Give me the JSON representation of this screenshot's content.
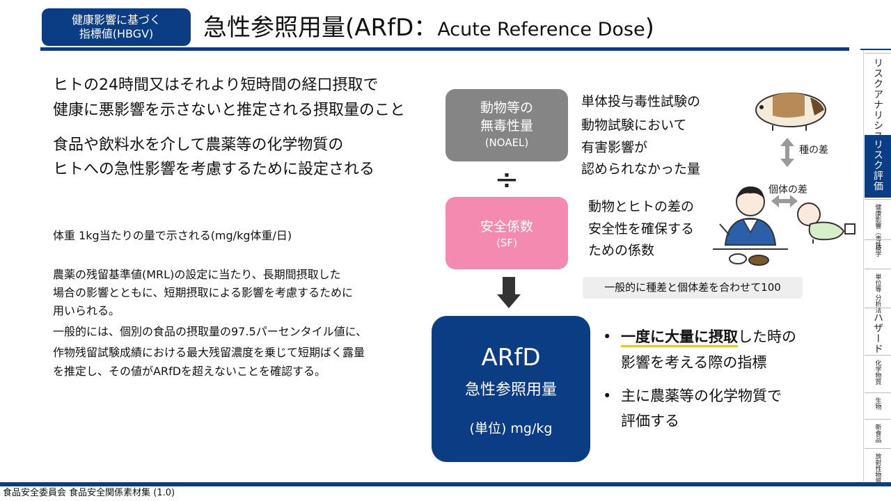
{
  "header": {
    "tag_line1": "健康影響に基づく",
    "tag_line2": "指標値(HBGV)",
    "title_main": "急性参照用量(ARfD：",
    "title_sub": "Acute Reference Dose",
    "title_end": ")"
  },
  "left": {
    "def_line1": "ヒトの24時間又はそれより短時間の経口摂取で",
    "def_line2": "健康に悪影響を示さないと推定される摂取量のこと",
    "purpose_line1": "食品や飲料水を介して農薬等の化学物質の",
    "purpose_line2": "ヒトへの急性影響を考慮するために設定される",
    "unit_note": "体重 1kg当たりの量で示される(mg/kg体重/日)",
    "mrl_lines": [
      "農薬の残留基準値(MRL)の設定に当たり、長期間摂取した",
      "場合の影響とともに、短期摂取による影響を考慮するために",
      "用いられる。",
      "一般的には、個別の食品の摂取量の97.5パーセンタイル値に、",
      "作物残留試験成績における最大残留濃度を乗じて短期ばく露量",
      "を推定し、その値がARfDを超えないことを確認する。"
    ]
  },
  "flow": {
    "noael_line1": "動物等の",
    "noael_line2": "無毒性量",
    "noael_line3": "(NOAEL)",
    "divide_symbol": "÷",
    "sf_line1": "安全係数",
    "sf_line2": "(SF)",
    "arfd_abbr": "ARfD",
    "arfd_name": "急性参照用量",
    "arfd_unit": "(単位) mg/kg"
  },
  "right": {
    "noael_desc": [
      "単体投与毒性試験の",
      "動物試験において",
      "有害影響が",
      "認められなかった量"
    ],
    "species_label": "種の差",
    "individual_label": "個体の差",
    "sf_desc": [
      "動物とヒトの差の",
      "安全性を確保する",
      "ための係数"
    ],
    "sf_note": "一般的に種差と個体差を合わせて100",
    "bullet1_highlight": "一度に大量に摂取",
    "bullet1_rest": "した時の",
    "bullet1_line2": "影響を考える際の指標",
    "bullet2_line1": "主に農薬等の化学物質で",
    "bullet2_line2": "評価する",
    "bullet_symbol": "•"
  },
  "sidebar": {
    "items": [
      {
        "label": "リスクアナリシス",
        "active": false
      },
      {
        "label": "リスク評価",
        "active": true
      },
      {
        "label": "健康影響（毒性）",
        "active": false
      },
      {
        "label": "疫学",
        "active": false
      },
      {
        "label": "単位等 分析法",
        "active": false
      },
      {
        "label": "ハザード",
        "active": false
      },
      {
        "label": "化学物質",
        "active": false
      },
      {
        "label": "生物",
        "active": false
      },
      {
        "label": "新食品",
        "active": false
      },
      {
        "label": "放射性物質",
        "active": false
      }
    ]
  },
  "footer": {
    "text": "食品安全委員会 食品安全関係素材集 (1.0)"
  },
  "colors": {
    "navy": "#0b3d85",
    "gray_box": "#858585",
    "pink_box": "#f58ab0",
    "highlight": "#e8c23a"
  }
}
